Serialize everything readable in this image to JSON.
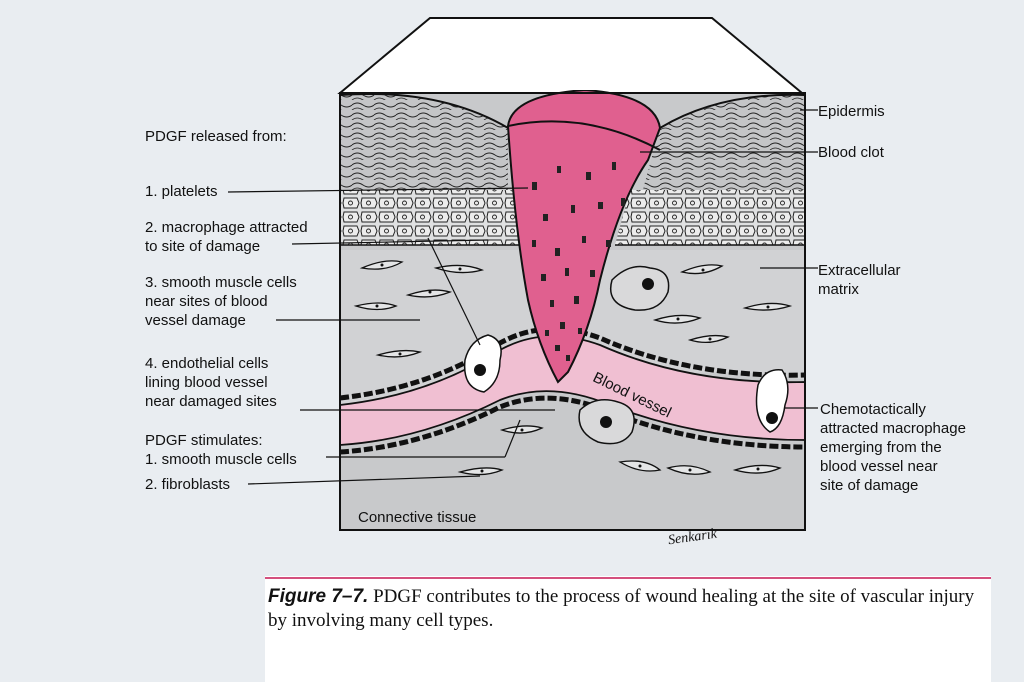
{
  "labels": {
    "pdgf_released": "PDGF released from:",
    "platelets": "1. platelets",
    "macrophage": "2. macrophage attracted\nto site of damage",
    "smooth_muscle_release": "3. smooth muscle cells\nnear sites of blood\nvessel damage",
    "endothelial": "4. endothelial cells\nlining blood vessel\nnear damaged sites",
    "pdgf_stimulates": "PDGF stimulates:",
    "smooth_muscle_stim": "1. smooth muscle cells",
    "fibroblasts": "2. fibroblasts",
    "epidermis": "Epidermis",
    "blood_clot": "Blood clot",
    "extracellular_matrix": "Extracellular\nmatrix",
    "chemotactic_macrophage": "Chemotactically\nattracted macrophage\nemerging from the\nblood vessel near\nsite of damage",
    "blood_vessel": "Blood vessel",
    "connective_tissue": "Connective tissue",
    "signature": "Senkarik"
  },
  "caption": {
    "figure_label": "Figure 7–7.",
    "text": " PDGF contributes to the process of wound healing at the site of vascular injury by involving many cell types."
  },
  "colors": {
    "clot": "#e0608f",
    "vessel": "#f0bfd2",
    "tissue": "#c8c9cb",
    "caption_rule": "#d4507e"
  }
}
